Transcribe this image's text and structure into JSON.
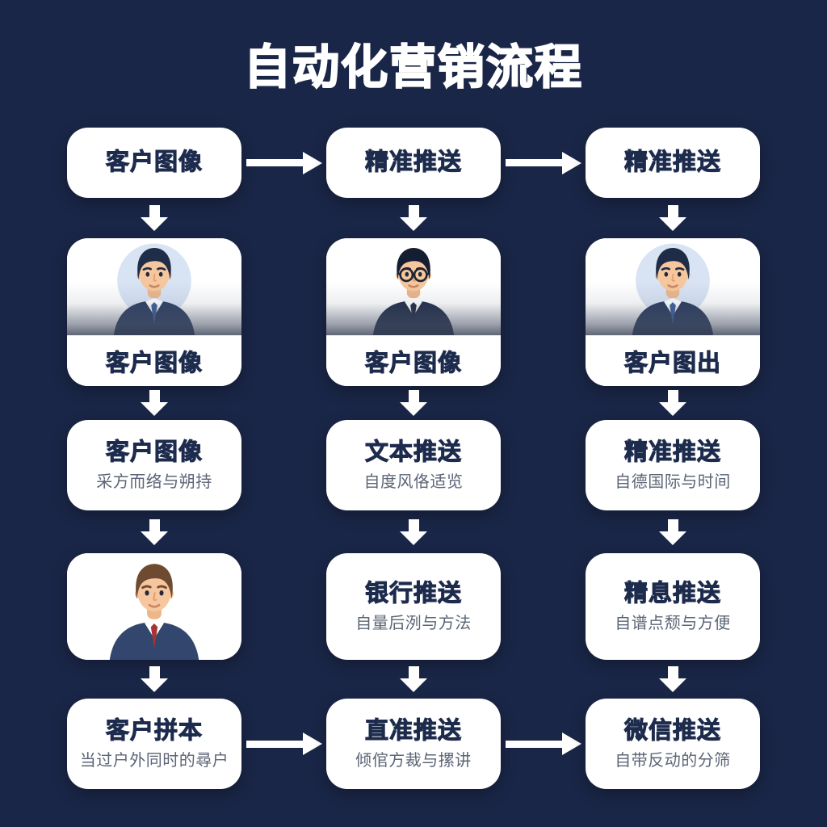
{
  "header": {
    "title": "自动化营销流程"
  },
  "rows": [
    {
      "cells": [
        {
          "title": "客户图像"
        },
        {
          "title": "精准推送"
        },
        {
          "title": "精准推送"
        }
      ]
    },
    {
      "cells": [
        {
          "avatar": "businessman-dark-hair-blue-tie",
          "caption": "客户图像"
        },
        {
          "avatar": "businessman-glasses-dark-suit",
          "caption": "客户图像"
        },
        {
          "avatar": "businessman-dark-hair-navy-suit",
          "caption": "客户图出"
        }
      ]
    },
    {
      "cells": [
        {
          "title": "客户图像",
          "subtitle": "采方而络与朔持"
        },
        {
          "title": "文本推送",
          "subtitle": "自度风佫适览"
        },
        {
          "title": "精准推送",
          "subtitle": "自德国际与时间"
        }
      ]
    },
    {
      "cells": [
        {
          "avatar": "businessman-brown-hair-red-tie"
        },
        {
          "title": "银行推送",
          "subtitle": "自量后洌与方法"
        },
        {
          "title": "精息推送",
          "subtitle": "自谱点颓与方便"
        }
      ]
    },
    {
      "cells": [
        {
          "title": "客户拼本",
          "subtitle": "当过户外同时的尋户"
        },
        {
          "title": "直准推送",
          "subtitle": "倾倌方裁与摞讲"
        },
        {
          "title": "微信推送",
          "subtitle": "自带反动的分筛"
        }
      ]
    }
  ],
  "colors": {
    "background": "#1a2647",
    "box": "#ffffff",
    "box_title_text": "#1d2b4d",
    "subtitle_text": "#5c6576",
    "arrow": "#ffffff",
    "avatar_circle": "#d8e3f4",
    "red_tie": "#a63434",
    "blue_tie": "#3e5f9e"
  }
}
